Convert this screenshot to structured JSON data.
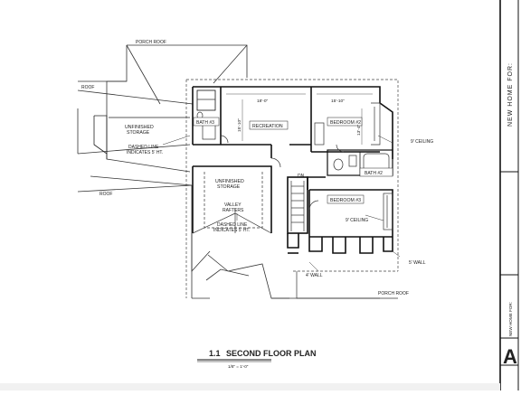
{
  "plan": {
    "title": "SECOND FLOOR PLAN",
    "number": "1.1",
    "scale": "1/8\" = 1'-0\""
  },
  "labels": {
    "porch_roof_top": "PORCH ROOF",
    "roof_left": "ROOF",
    "roof_mid": "ROOF",
    "storage_left": "UNFINISHED\nSTORAGE",
    "dashed_left": "DASHED LINE\nINDICATES 5' HT.",
    "storage_center": "UNFINISHED\nSTORAGE",
    "valley": "VALLEY\nRAFTERS",
    "dashed_center": "DASHED LINE\nINDICATES 5' HT.",
    "bath1": "BATH #3",
    "recreation": "RECREATION",
    "bedroom1": "BEDROOM #2",
    "bath2": "BATH #2",
    "bedroom2": "BEDROOM #3",
    "ceiling1": "9' CEILING",
    "ceiling2": "9' CEILING",
    "wall4": "4' WALL",
    "wall5": "5' WALL",
    "porch_roof_bottom": "PORCH ROOF",
    "dn": "DN",
    "dim_rec": "18'-0\"",
    "dim_rec_v": "15'-10\"",
    "dim_bed": "15'-10\"",
    "dim_bed_v": "13'-4\""
  },
  "sidebar": {
    "top_text": "NEW HOME FOR:",
    "bottom_text": "NEW HOME FOR:",
    "sheet_letter": "A"
  }
}
